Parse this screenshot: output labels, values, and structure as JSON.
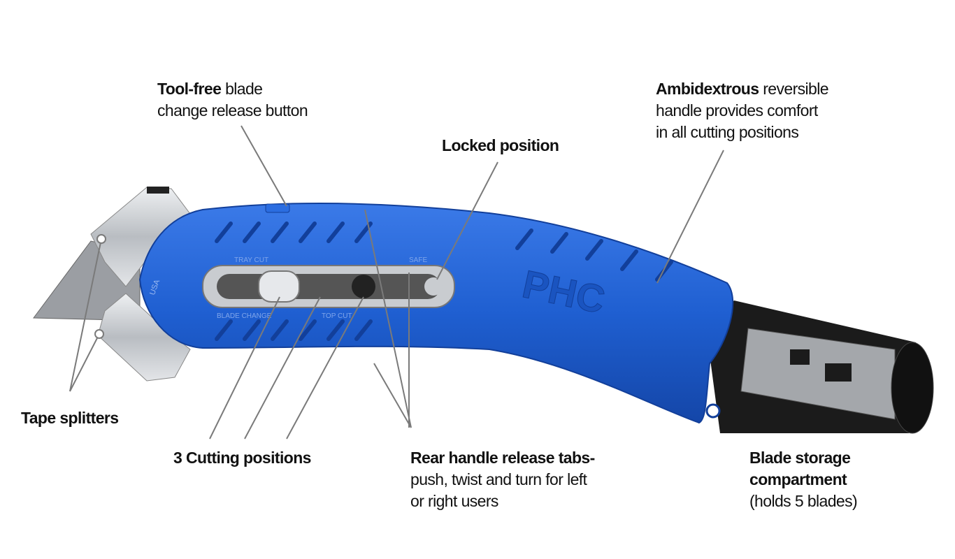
{
  "labels": {
    "tool_free": {
      "bold": "Tool-free",
      "rest": " blade",
      "line2": "change release button"
    },
    "locked": {
      "bold": "Locked position"
    },
    "ambidextrous": {
      "bold": "Ambidextrous",
      "rest": " reversible",
      "line2": "handle provides comfort",
      "line3": "in all cutting positions"
    },
    "tape_splitters": {
      "bold": "Tape splitters"
    },
    "cutting_positions": {
      "bold": "3 Cutting positions"
    },
    "rear_tabs": {
      "bold": "Rear handle release tabs-",
      "line2": "push, twist and turn for left",
      "line3": "or right users"
    },
    "blade_storage": {
      "bold": "Blade storage",
      "bold2": "compartment",
      "line3": "(holds 5 blades)"
    }
  },
  "product_markings": [
    "PHC",
    "USA",
    "TRAY CUT",
    "SAFE",
    "BLADE CHANGE",
    "TOP CUT"
  ],
  "colors": {
    "handle": "#1f5fd1",
    "leader": "#7a7a7a",
    "steel": "#c9ccd0",
    "storage": "#1b1b1b"
  }
}
